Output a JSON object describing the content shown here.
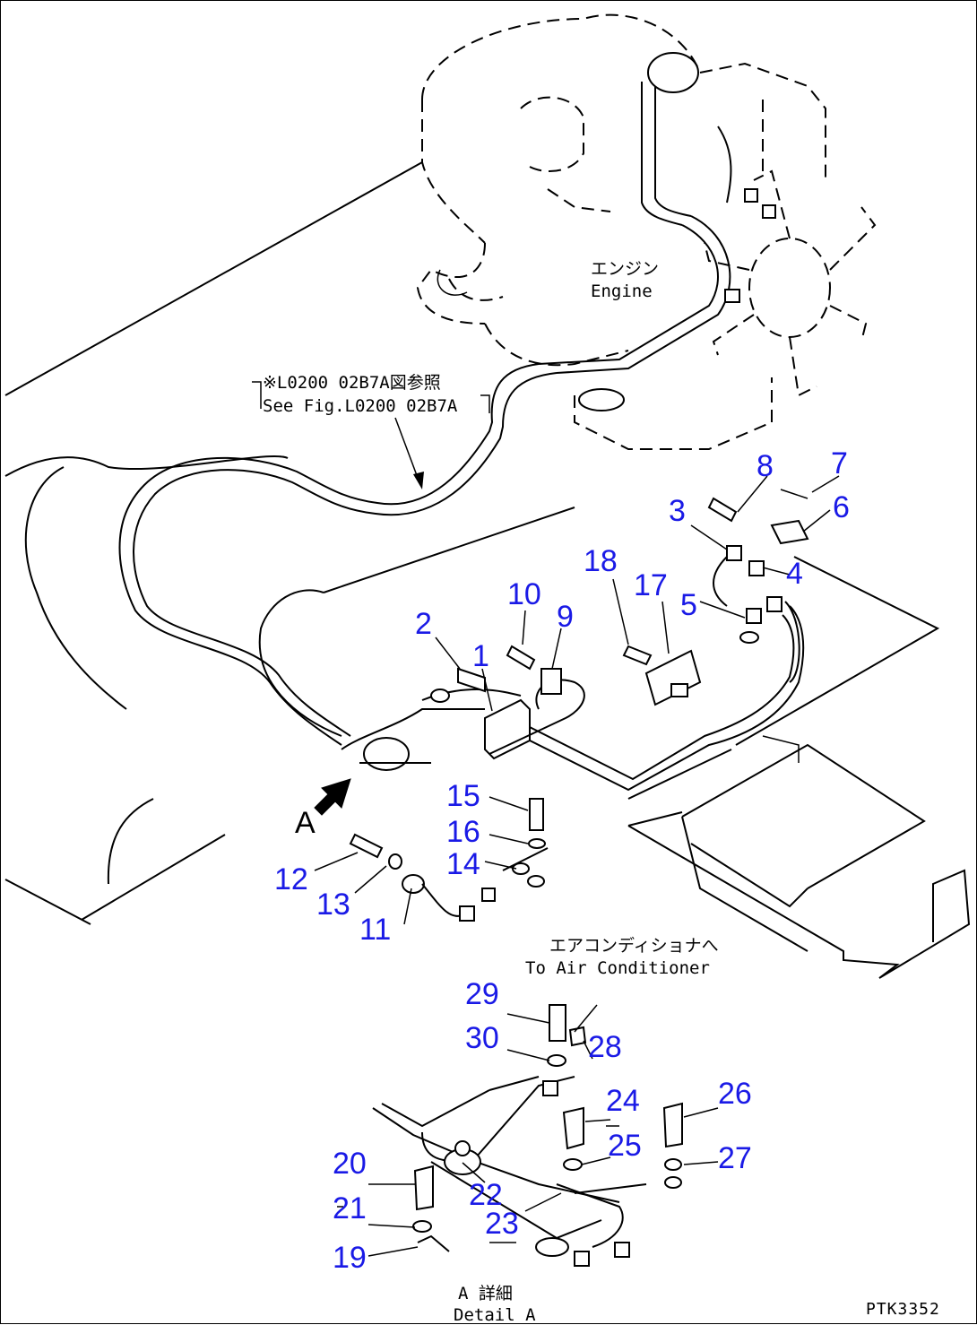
{
  "drawing": {
    "code": "PTK3352",
    "view_marker": "A",
    "notes": {
      "engine_jp": "エンジン",
      "engine_en": "Engine",
      "see_fig_jp": "※L0200 02B7A図参照",
      "see_fig_en": "See Fig.L0200 02B7A",
      "aircon_jp": "エアコンディショナへ",
      "aircon_en": "To Air Conditioner",
      "detail_jp": "A 詳細",
      "detail_en": "Detail A"
    }
  },
  "callouts": [
    {
      "id": "p1",
      "label": "1"
    },
    {
      "id": "p2",
      "label": "2"
    },
    {
      "id": "p3",
      "label": "3"
    },
    {
      "id": "p4",
      "label": "4"
    },
    {
      "id": "p5",
      "label": "5"
    },
    {
      "id": "p6",
      "label": "6"
    },
    {
      "id": "p7",
      "label": "7"
    },
    {
      "id": "p8",
      "label": "8"
    },
    {
      "id": "p9",
      "label": "9"
    },
    {
      "id": "p10",
      "label": "10"
    },
    {
      "id": "p11",
      "label": "11"
    },
    {
      "id": "p12",
      "label": "12"
    },
    {
      "id": "p13",
      "label": "13"
    },
    {
      "id": "p14",
      "label": "14"
    },
    {
      "id": "p15",
      "label": "15"
    },
    {
      "id": "p16",
      "label": "16"
    },
    {
      "id": "p17",
      "label": "17"
    },
    {
      "id": "p18",
      "label": "18"
    },
    {
      "id": "p19",
      "label": "19"
    },
    {
      "id": "p20",
      "label": "20"
    },
    {
      "id": "p21",
      "label": "21"
    },
    {
      "id": "p22",
      "label": "22"
    },
    {
      "id": "p23",
      "label": "23"
    },
    {
      "id": "p24",
      "label": "24"
    },
    {
      "id": "p25",
      "label": "25"
    },
    {
      "id": "p26",
      "label": "26"
    },
    {
      "id": "p27",
      "label": "27"
    },
    {
      "id": "p28",
      "label": "28"
    },
    {
      "id": "p29",
      "label": "29"
    },
    {
      "id": "p30",
      "label": "30"
    }
  ]
}
